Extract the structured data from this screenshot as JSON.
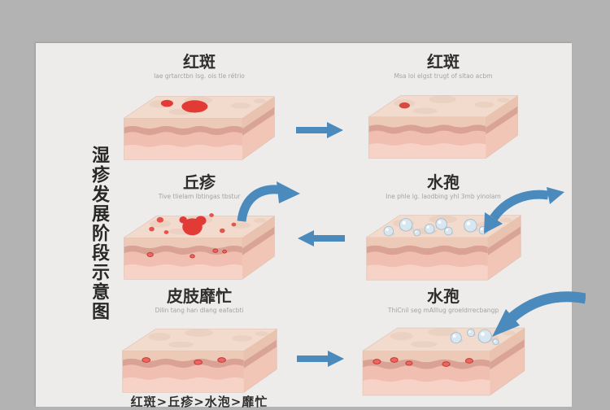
{
  "title": {
    "text": "湿疹发展阶段示意图"
  },
  "panels": [
    {
      "label": "红斑",
      "subtitle": "Iae grtarctbn lsg. ois tle rétrio",
      "illustration": "erythema-two"
    },
    {
      "label": "红斑",
      "subtitle": "Msa loi elgst trugt of sltao acbm",
      "illustration": "erythema-one"
    },
    {
      "label": "丘疹",
      "subtitle": "Tive tlielam lbtingas tbstur",
      "illustration": "papules"
    },
    {
      "label": "水孢",
      "subtitle": "Ine phle lg. laodbing yhl 3mb yinolam",
      "illustration": "blisters"
    },
    {
      "label": "皮肢靡忙",
      "subtitle": "Dilin tang han dlang eafacbti",
      "illustration": "erosion"
    },
    {
      "label": "水孢",
      "subtitle": "ThiCnil seg mAlllug groeldrrecbangp",
      "illustration": "erosion-blisters"
    }
  ],
  "caption": "红斑>丘疹>水泡>靡忙",
  "arrows": [
    {
      "name": "arrow-stage1-to-stage2",
      "shape": "straight",
      "direction": "right"
    },
    {
      "name": "arrow-stage3-up-right",
      "shape": "curved",
      "direction": "up-right"
    },
    {
      "name": "arrow-stage4-to-stage3",
      "shape": "straight",
      "direction": "left"
    },
    {
      "name": "arrow-stage4-double-curve",
      "shape": "curved",
      "direction": "double"
    },
    {
      "name": "arrow-stage5-to-stage6",
      "shape": "straight",
      "direction": "right"
    },
    {
      "name": "arrow-into-stage6",
      "shape": "curved",
      "direction": "down-left"
    }
  ],
  "colors": {
    "background": "#b3b3b3",
    "card": "#edecea",
    "arrow": "#4a8abc",
    "label": "#2e2e2e",
    "subtitle": "#a3a3a3",
    "spot_red": "#e23b36",
    "blister": "#d8e6f0"
  }
}
